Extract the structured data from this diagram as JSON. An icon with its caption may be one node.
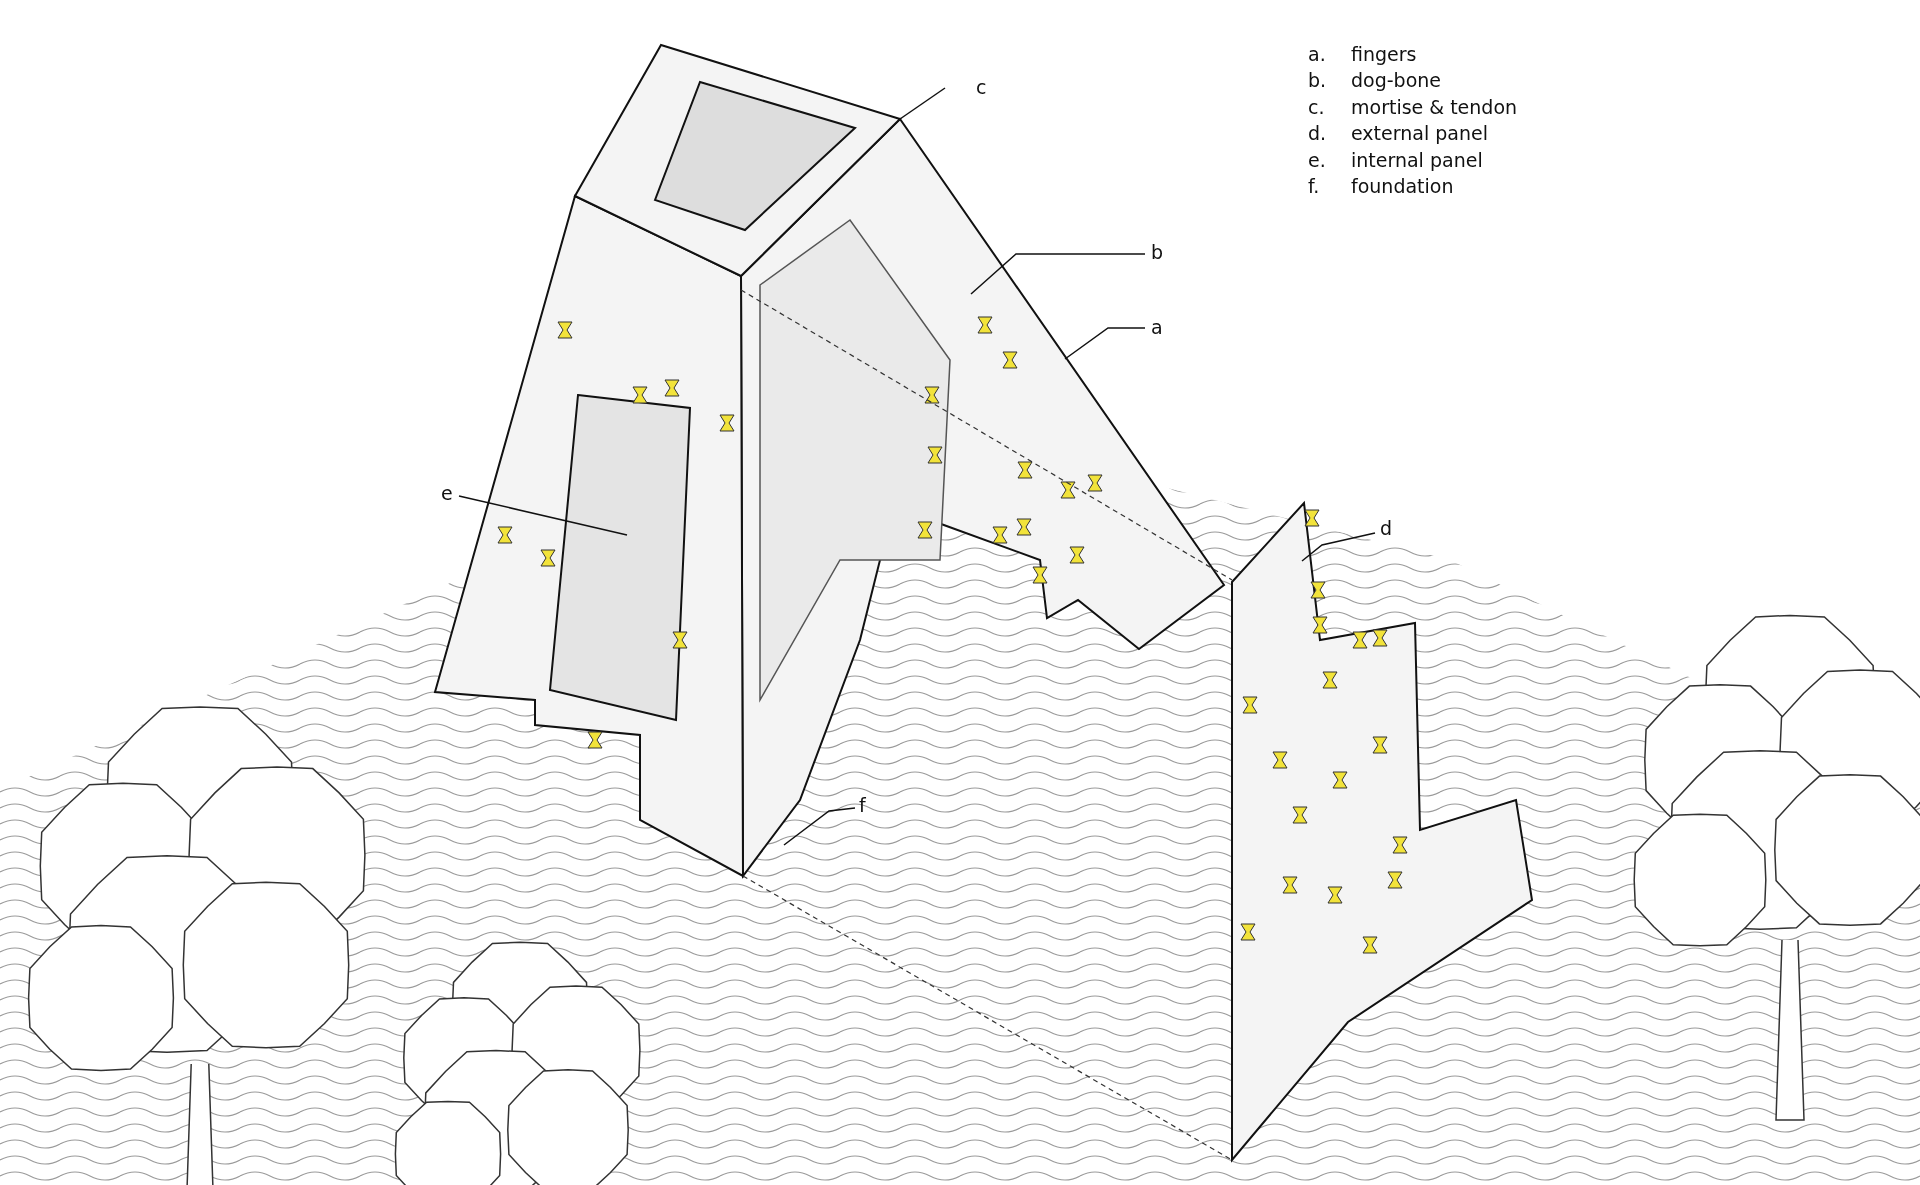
{
  "diagram": {
    "nodes": [
      {
        "text": [
          "a"
        ]
      },
      {
        "text": [
          "b"
        ]
      },
      {
        "text": [
          "c"
        ]
      },
      {
        "text": [
          "d"
        ]
      },
      {
        "text": [
          "e"
        ]
      },
      {
        "text": [
          "f"
        ]
      }
    ],
    "edges": [
      {
        "from": 0,
        "to": null,
        "arrow": "none"
      },
      {
        "from": 1,
        "to": null,
        "arrow": "none"
      },
      {
        "from": 2,
        "to": null,
        "arrow": "none"
      },
      {
        "from": 3,
        "to": null,
        "arrow": "none"
      },
      {
        "from": 4,
        "to": null,
        "arrow": "none"
      },
      {
        "from": 5,
        "to": null,
        "arrow": "none"
      }
    ],
    "labels": [
      "a.",
      "fingers",
      "b.",
      "dog-bone",
      "c.",
      "mortise & tendon",
      "d.",
      "external panel",
      "e.",
      "internal panel",
      "f.",
      "foundation"
    ]
  }
}
